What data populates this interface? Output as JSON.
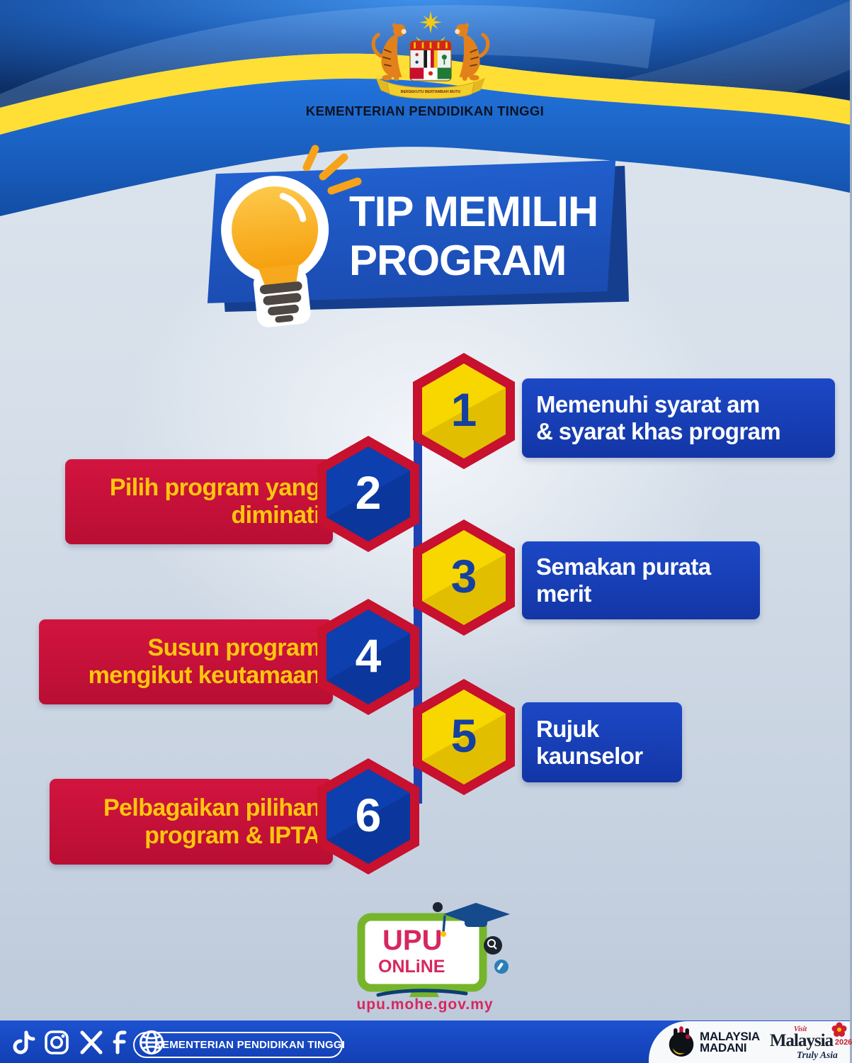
{
  "header": {
    "ministry": "KEMENTERIAN PENDIDIKAN TINGGI",
    "motto": "BERSEKUTU BERTAMBAH MUTU",
    "emblem": "malaysia-coat-of-arms"
  },
  "title": {
    "line1": "TIP MEMILIH",
    "line2": "PROGRAM"
  },
  "tips": [
    {
      "number": "1",
      "line1": "Memenuhi syarat am",
      "line2": "& syarat khas program",
      "side": "right",
      "hex_fill": "yellow"
    },
    {
      "number": "2",
      "line1": "Pilih program yang",
      "line2": "diminati",
      "side": "left",
      "hex_fill": "blue"
    },
    {
      "number": "3",
      "line1": "Semakan purata",
      "line2": "merit",
      "side": "right",
      "hex_fill": "yellow"
    },
    {
      "number": "4",
      "line1": "Susun program",
      "line2": "mengikut keutamaan",
      "side": "left",
      "hex_fill": "blue"
    },
    {
      "number": "5",
      "line1": "Rujuk",
      "line2": "kaunselor",
      "side": "right",
      "hex_fill": "yellow"
    },
    {
      "number": "6",
      "line1": "Pelbagaikan pilihan",
      "line2": "program & IPTA",
      "side": "left",
      "hex_fill": "blue"
    }
  ],
  "upu": {
    "name1": "UPU",
    "name2": "ONLiNE",
    "website": "upu.mohe.gov.my"
  },
  "footer": {
    "social_icons": [
      "tiktok",
      "instagram",
      "x",
      "facebook",
      "globe"
    ],
    "search_label": "KEMENTERIAN PENDIDIKAN TINGGI",
    "madani1": "MALAYSIA",
    "madani2": "MADANI",
    "visit_small": "Visit",
    "visit_name": "Malaysia",
    "visit_year": "2026",
    "visit_tagline": "Truly Asia"
  },
  "colors": {
    "royal_blue_box": "#1c48c6",
    "crimson_box": "#d2143f",
    "hex_border_red": "#c8102f",
    "hex_yellow": "#f8d700",
    "hex_blue": "#0d3fae",
    "gold_text": "#ffc60d",
    "banner_blue": "#1c50b8",
    "wave_yellow": "#ffdf35",
    "footer_blue": "#1d52d0",
    "upu_green": "#76b52b",
    "upu_pink": "#d6275f"
  }
}
